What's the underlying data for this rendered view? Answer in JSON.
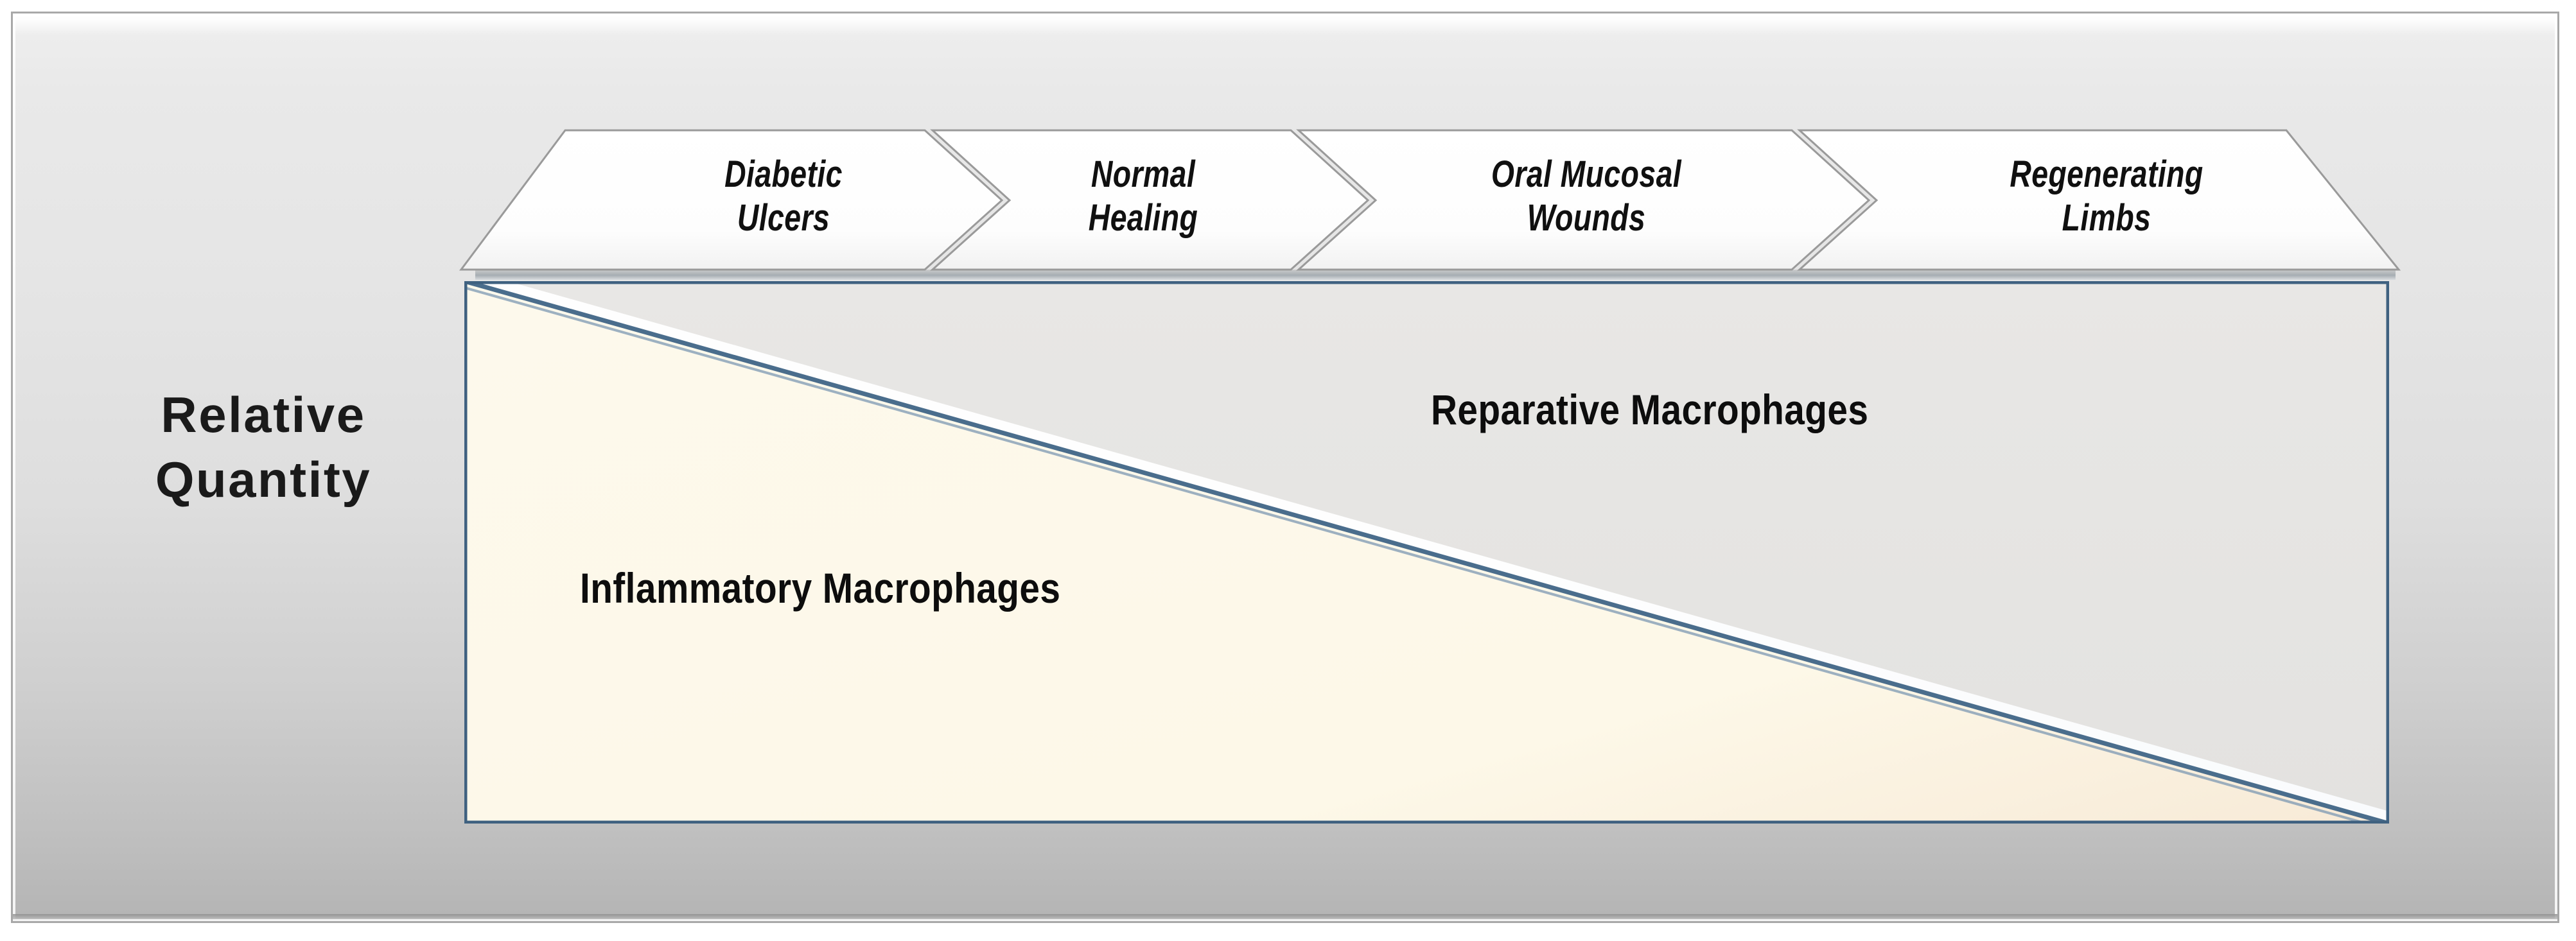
{
  "chart_data": {
    "type": "area",
    "title": "",
    "xlabel": "",
    "ylabel": "Relative Quantity",
    "categories": [
      "Diabetic Ulcers",
      "Normal Healing",
      "Oral Mucosal Wounds",
      "Regenerating Limbs"
    ],
    "series": [
      {
        "name": "Inflammatory Macrophages",
        "values": [
          100,
          67,
          33,
          0
        ],
        "fill": "#FDF8E8"
      },
      {
        "name": "Reparative Macrophages",
        "values": [
          0,
          33,
          67,
          100
        ],
        "fill": "#E6E5E3"
      }
    ],
    "axis_note": "Relative quantity decreases linearly for Inflammatory Macrophages and increases linearly for Reparative Macrophages from left to right across the four wound-healing contexts.",
    "grid": false,
    "legend": "inline-region-labels"
  },
  "axis": {
    "y_label": "Relative\nQuantity"
  },
  "stages": [
    {
      "id": "diabetic-ulcers",
      "label": "Diabetic\nUlcers"
    },
    {
      "id": "normal-healing",
      "label": "Normal\nHealing"
    },
    {
      "id": "oral-mucosal-wounds",
      "label": "Oral Mucosal\nWounds"
    },
    {
      "id": "regenerating-limbs",
      "label": "Regenerating\nLimbs"
    }
  ],
  "regions": [
    {
      "id": "inflammatory-macrophages",
      "label": "Inflammatory Macrophages"
    },
    {
      "id": "reparative-macrophages",
      "label": "Reparative Macrophages"
    }
  ],
  "colors": {
    "inflammatory_fill": "#FDF8E8",
    "reparative_fill": "#E6E5E3",
    "divider_line": "#4A6D8C",
    "plot_border": "#4A6D8C",
    "chevron_fill": "#FFFFFF",
    "chevron_edge": "#9A9A9A",
    "frame_border": "#A8A8A8",
    "text": "#101010"
  }
}
